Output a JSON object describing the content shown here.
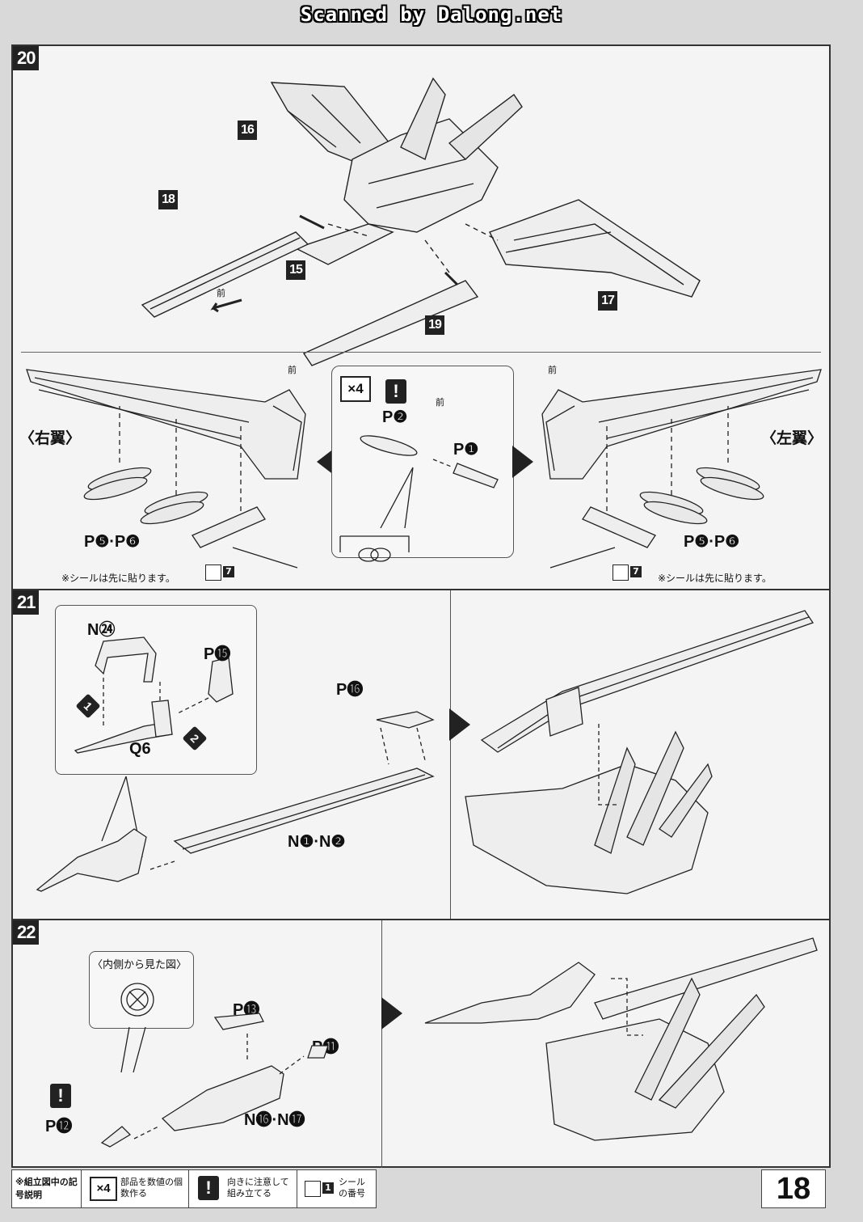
{
  "scan_header": "Scanned by Dalong.net",
  "steps": [
    {
      "number": "20"
    },
    {
      "number": "21"
    },
    {
      "number": "22"
    }
  ],
  "step20": {
    "parts": [
      "16",
      "18",
      "15",
      "17",
      "19"
    ],
    "front_label": "前",
    "right_wing": "〈右翼〉",
    "left_wing": "〈左翼〉",
    "detail_multiplier": "×4",
    "detail_p2": "P❷",
    "detail_p1": "P❶",
    "right_p56": "P❺·P❻",
    "left_p56": "P❺·P❻",
    "seal_note": "※シールは先に貼ります。",
    "seal_number": "7"
  },
  "step21": {
    "n24": "N㉔",
    "p15": "P⓯",
    "q6": "Q6",
    "p16": "P⓰",
    "n1n2": "N❶·N❷",
    "order_1": "1",
    "order_2": "2"
  },
  "step22": {
    "inside_view": "〈内側から見た図〉",
    "p13": "P⓭",
    "p11": "P⓫",
    "p12": "P⓬",
    "n16n17": "N⓰·N⓱"
  },
  "legend": {
    "title": "※組立図中の記号説明",
    "x4_icon": "×4",
    "x4_text": "部品を数値の個数作る",
    "excl_icon": "!",
    "excl_text": "向きに注意して組み立てる",
    "seal_icon_num": "1",
    "seal_text": "シールの番号"
  },
  "page_number": "18"
}
